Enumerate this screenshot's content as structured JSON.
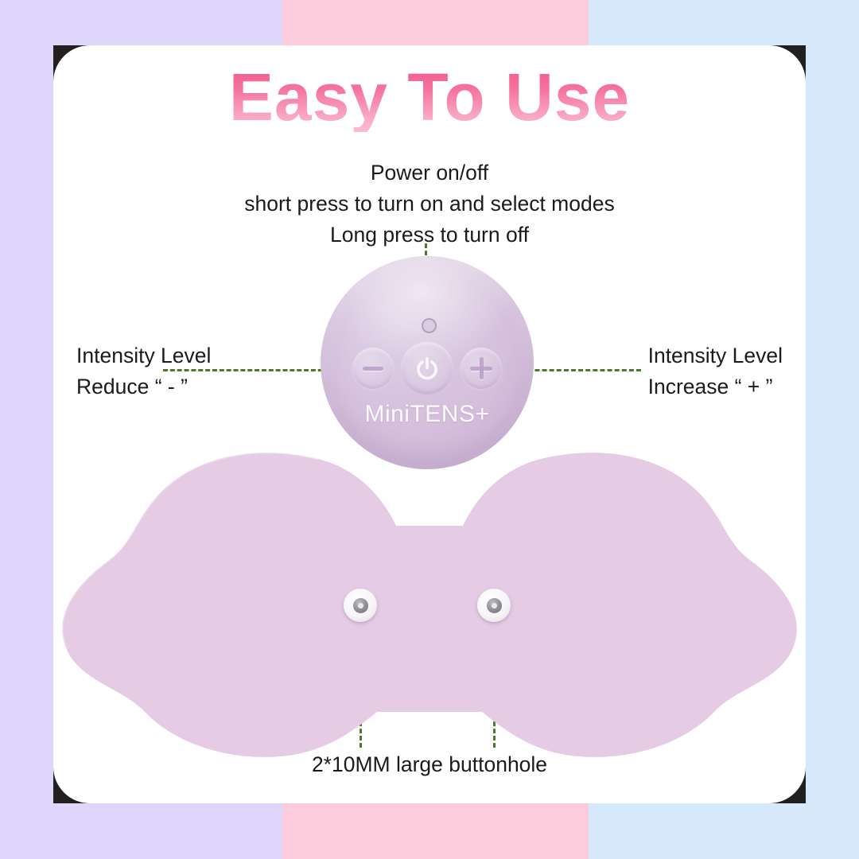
{
  "title": "Easy To Use",
  "instructions": {
    "line1": "Power on/off",
    "line2": "short press to turn on and select modes",
    "line3": "Long press to turn off"
  },
  "labels": {
    "left_line1": "Intensity Level",
    "left_line2": "Reduce “ - ”",
    "right_line1": "Intensity Level",
    "right_line2": "Increase “ + ”"
  },
  "caption": "2*10MM large buttonhole",
  "device": {
    "brand": "MiniTENS+",
    "buttons": {
      "minus": "−",
      "power": "power",
      "plus": "+"
    }
  },
  "colors": {
    "title_gradient_top": "#f2548a",
    "title_gradient_bottom": "#fbbcd1",
    "band_lavender": "#ded7fb",
    "band_pink": "#fcccdd",
    "band_blue": "#d5e9fb",
    "card": "#ffffff",
    "device_body": "#d6c1dd",
    "pad": "#e5cbe4",
    "leader_line": "#4e7a2e",
    "text": "#1b1b1b"
  }
}
